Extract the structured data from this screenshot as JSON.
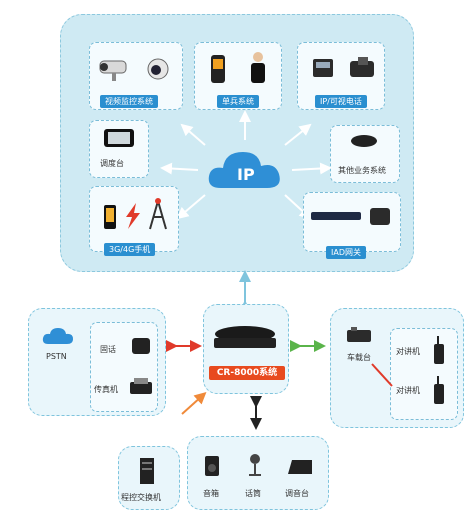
{
  "ip_network": {
    "cloud_label": "IP",
    "items": {
      "video_surveillance": "视频监控系统",
      "soldier": "单兵系统",
      "ip_phone": "IP/可视电话",
      "dispatch_desk": "调度台",
      "other_business": "其他业务系统",
      "mobile_3g4g": "3G/4G手机",
      "iad_gateway": "IAD网关"
    }
  },
  "core_system": {
    "label": "CR-8000系统"
  },
  "pstn_group": {
    "pstn": "PSTN",
    "landline": "固话",
    "fax": "传真机"
  },
  "radio_group": {
    "vehicle": "车载台",
    "walkie_talkie_1": "对讲机",
    "walkie_talkie_2": "对讲机"
  },
  "pbx": {
    "label": "程控交换机"
  },
  "audio_group": {
    "speaker": "音箱",
    "microphone": "话筒",
    "mixer": "调音台"
  },
  "colors": {
    "accent_blue": "#2a8fd0",
    "cloud": "#2f8fd6",
    "core_red": "#e84a1e",
    "arrow_red": "#e03a2a",
    "arrow_green": "#5ab44a",
    "arrow_orange": "#f08a3a"
  }
}
